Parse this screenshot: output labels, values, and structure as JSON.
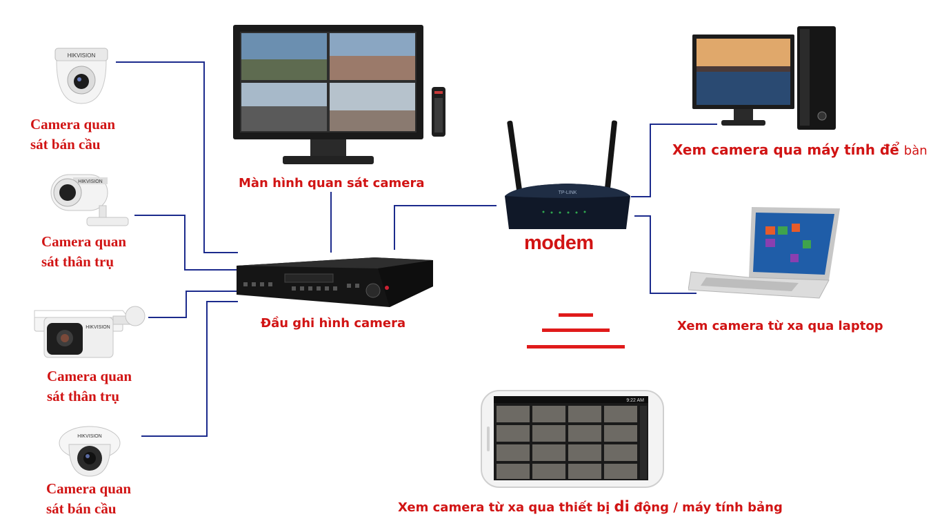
{
  "cameras": [
    {
      "line1": "Camera quan",
      "line2": "sát bán cầu",
      "brand": "HIKVISION"
    },
    {
      "line1": "Camera quan",
      "line2": "sát thân trụ",
      "brand": "HIKVISION"
    },
    {
      "line1": "Camera quan",
      "line2": "sát thân trụ",
      "brand": "HIKVISION"
    },
    {
      "line1": "Camera quan",
      "line2": "sát bán cầu",
      "brand": "HIKVISION"
    }
  ],
  "monitor_label": "Màn hình quan sát camera",
  "recorder_label": "Đầu ghi hình camera",
  "modem_label": "modem",
  "router_brand": "TP-LINK",
  "desktop_label": {
    "main": "Xem camera qua máy tính để",
    "tail": "bàn"
  },
  "laptop_label": "Xem camera từ xa qua laptop",
  "mobile_label": {
    "pre": "Xem camera từ xa qua thiết bị",
    "mid": "di",
    "post": "động / máy tính bảng"
  },
  "phone_clock": "9:22 AM",
  "colors": {
    "label": "#d11414",
    "wire": "#1b2a8c",
    "device": "#1a1a1a",
    "wifi": "#e01b1b"
  }
}
